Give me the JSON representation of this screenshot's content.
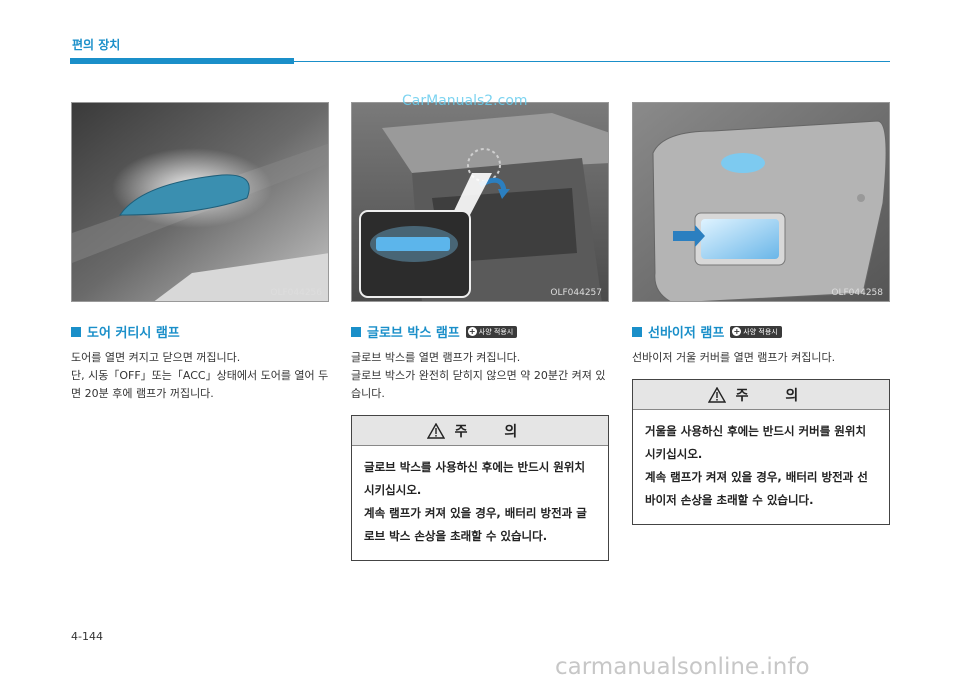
{
  "header": {
    "title": "편의 장치"
  },
  "watermark_top": "CarManuals2.com",
  "sections": [
    {
      "photo_code": "OLF044256",
      "title": "도어 커티시 램프",
      "badge": "",
      "paragraphs": [
        "도어를 열면 켜지고 닫으면  꺼집니다.",
        "단, 시동「OFF」또는「ACC」상태에서 도어를 열어 두면 20분 후에 램프가 꺼집니다."
      ]
    },
    {
      "photo_code": "OLF044257",
      "title": "글로브 박스 램프",
      "badge": "사양 적용시",
      "paragraphs": [
        "글로브 박스를 열면 램프가 켜집니다.",
        "글로브 박스가 완전히 닫히지 않으면 약 20분간 켜져 있습니다."
      ],
      "caution": {
        "heading": "주 의",
        "lines": [
          "글로브 박스를 사용하신 후에는 반드시 원위치 시키십시오.",
          "계속 램프가 켜져 있을 경우, 배터리 방전과 글로브 박스 손상을 초래할 수 있습니다."
        ]
      }
    },
    {
      "photo_code": "OLF044258",
      "title": "선바이저 램프",
      "badge": "사양 적용시",
      "paragraphs": [
        "선바이저 거울 커버를 열면 램프가 켜집니다."
      ],
      "caution": {
        "heading": "주 의",
        "lines": [
          "거울을 사용하신 후에는 반드시 커버를 원위치 시키십시오.",
          "계속 램프가 켜져 있을 경우, 배터리 방전과 선바이저 손상을 초래할 수 있습니다."
        ]
      }
    }
  ],
  "page_number": "4-144",
  "footer_watermark": "carmanualsonline.info"
}
